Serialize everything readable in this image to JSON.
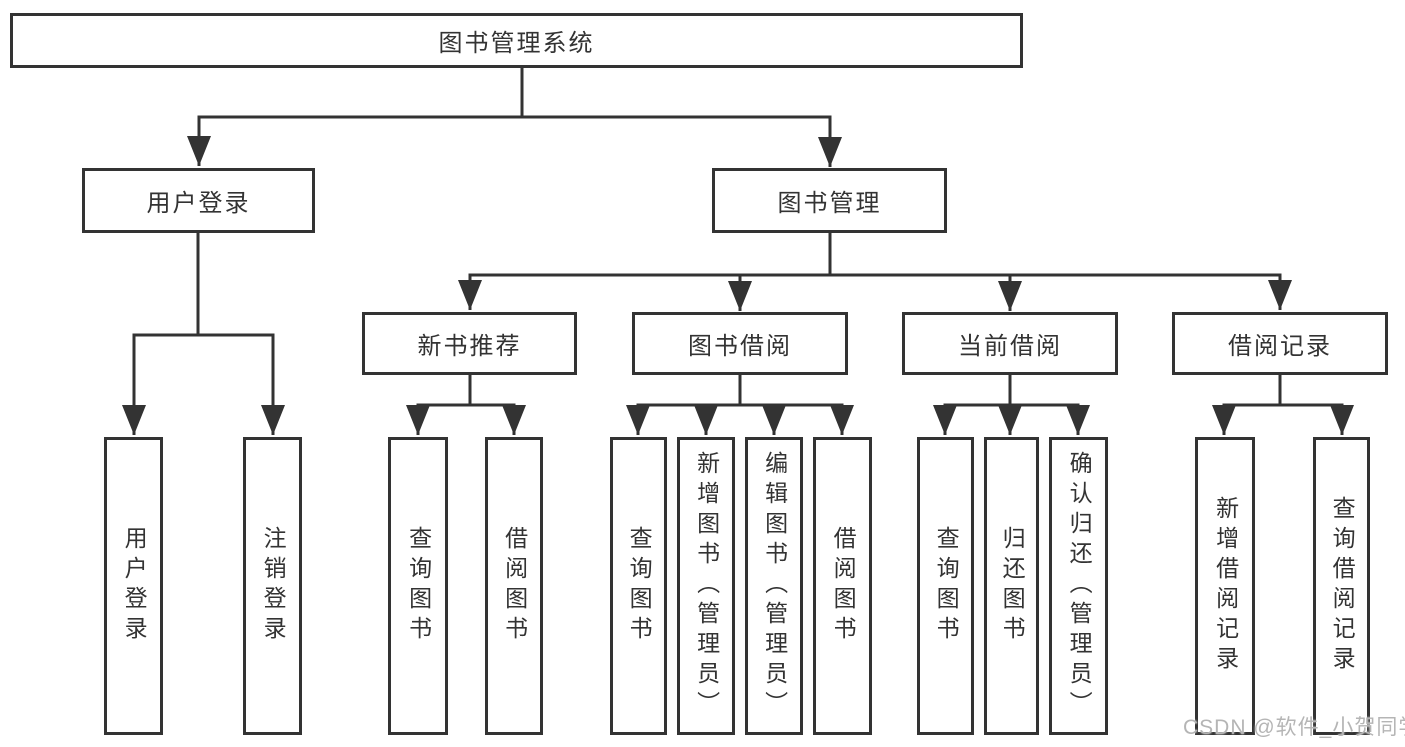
{
  "diagram": {
    "root": {
      "label": "图书管理系统"
    },
    "level2": [
      {
        "label": "用户登录",
        "children": [
          {
            "label": "用户登录"
          },
          {
            "label": "注销登录"
          }
        ]
      },
      {
        "label": "图书管理",
        "children": [
          {
            "label": "新书推荐",
            "children": [
              {
                "label": "查询图书"
              },
              {
                "label": "借阅图书"
              }
            ]
          },
          {
            "label": "图书借阅",
            "children": [
              {
                "label": "查询图书"
              },
              {
                "label": "新增图书（管理员）"
              },
              {
                "label": "编辑图书（管理员）"
              },
              {
                "label": "借阅图书"
              }
            ]
          },
          {
            "label": "当前借阅",
            "children": [
              {
                "label": "查询图书"
              },
              {
                "label": "归还图书"
              },
              {
                "label": "确认归还（管理员）"
              }
            ]
          },
          {
            "label": "借阅记录",
            "children": [
              {
                "label": "新增借阅记录"
              },
              {
                "label": "查询借阅记录"
              }
            ]
          }
        ]
      }
    ],
    "watermark": "CSDN @软件_小贺同学",
    "colors": {
      "line": "#333333",
      "box_border": "#333333",
      "text": "#333333",
      "watermark": "#b5b5b5",
      "background": "#ffffff"
    }
  }
}
